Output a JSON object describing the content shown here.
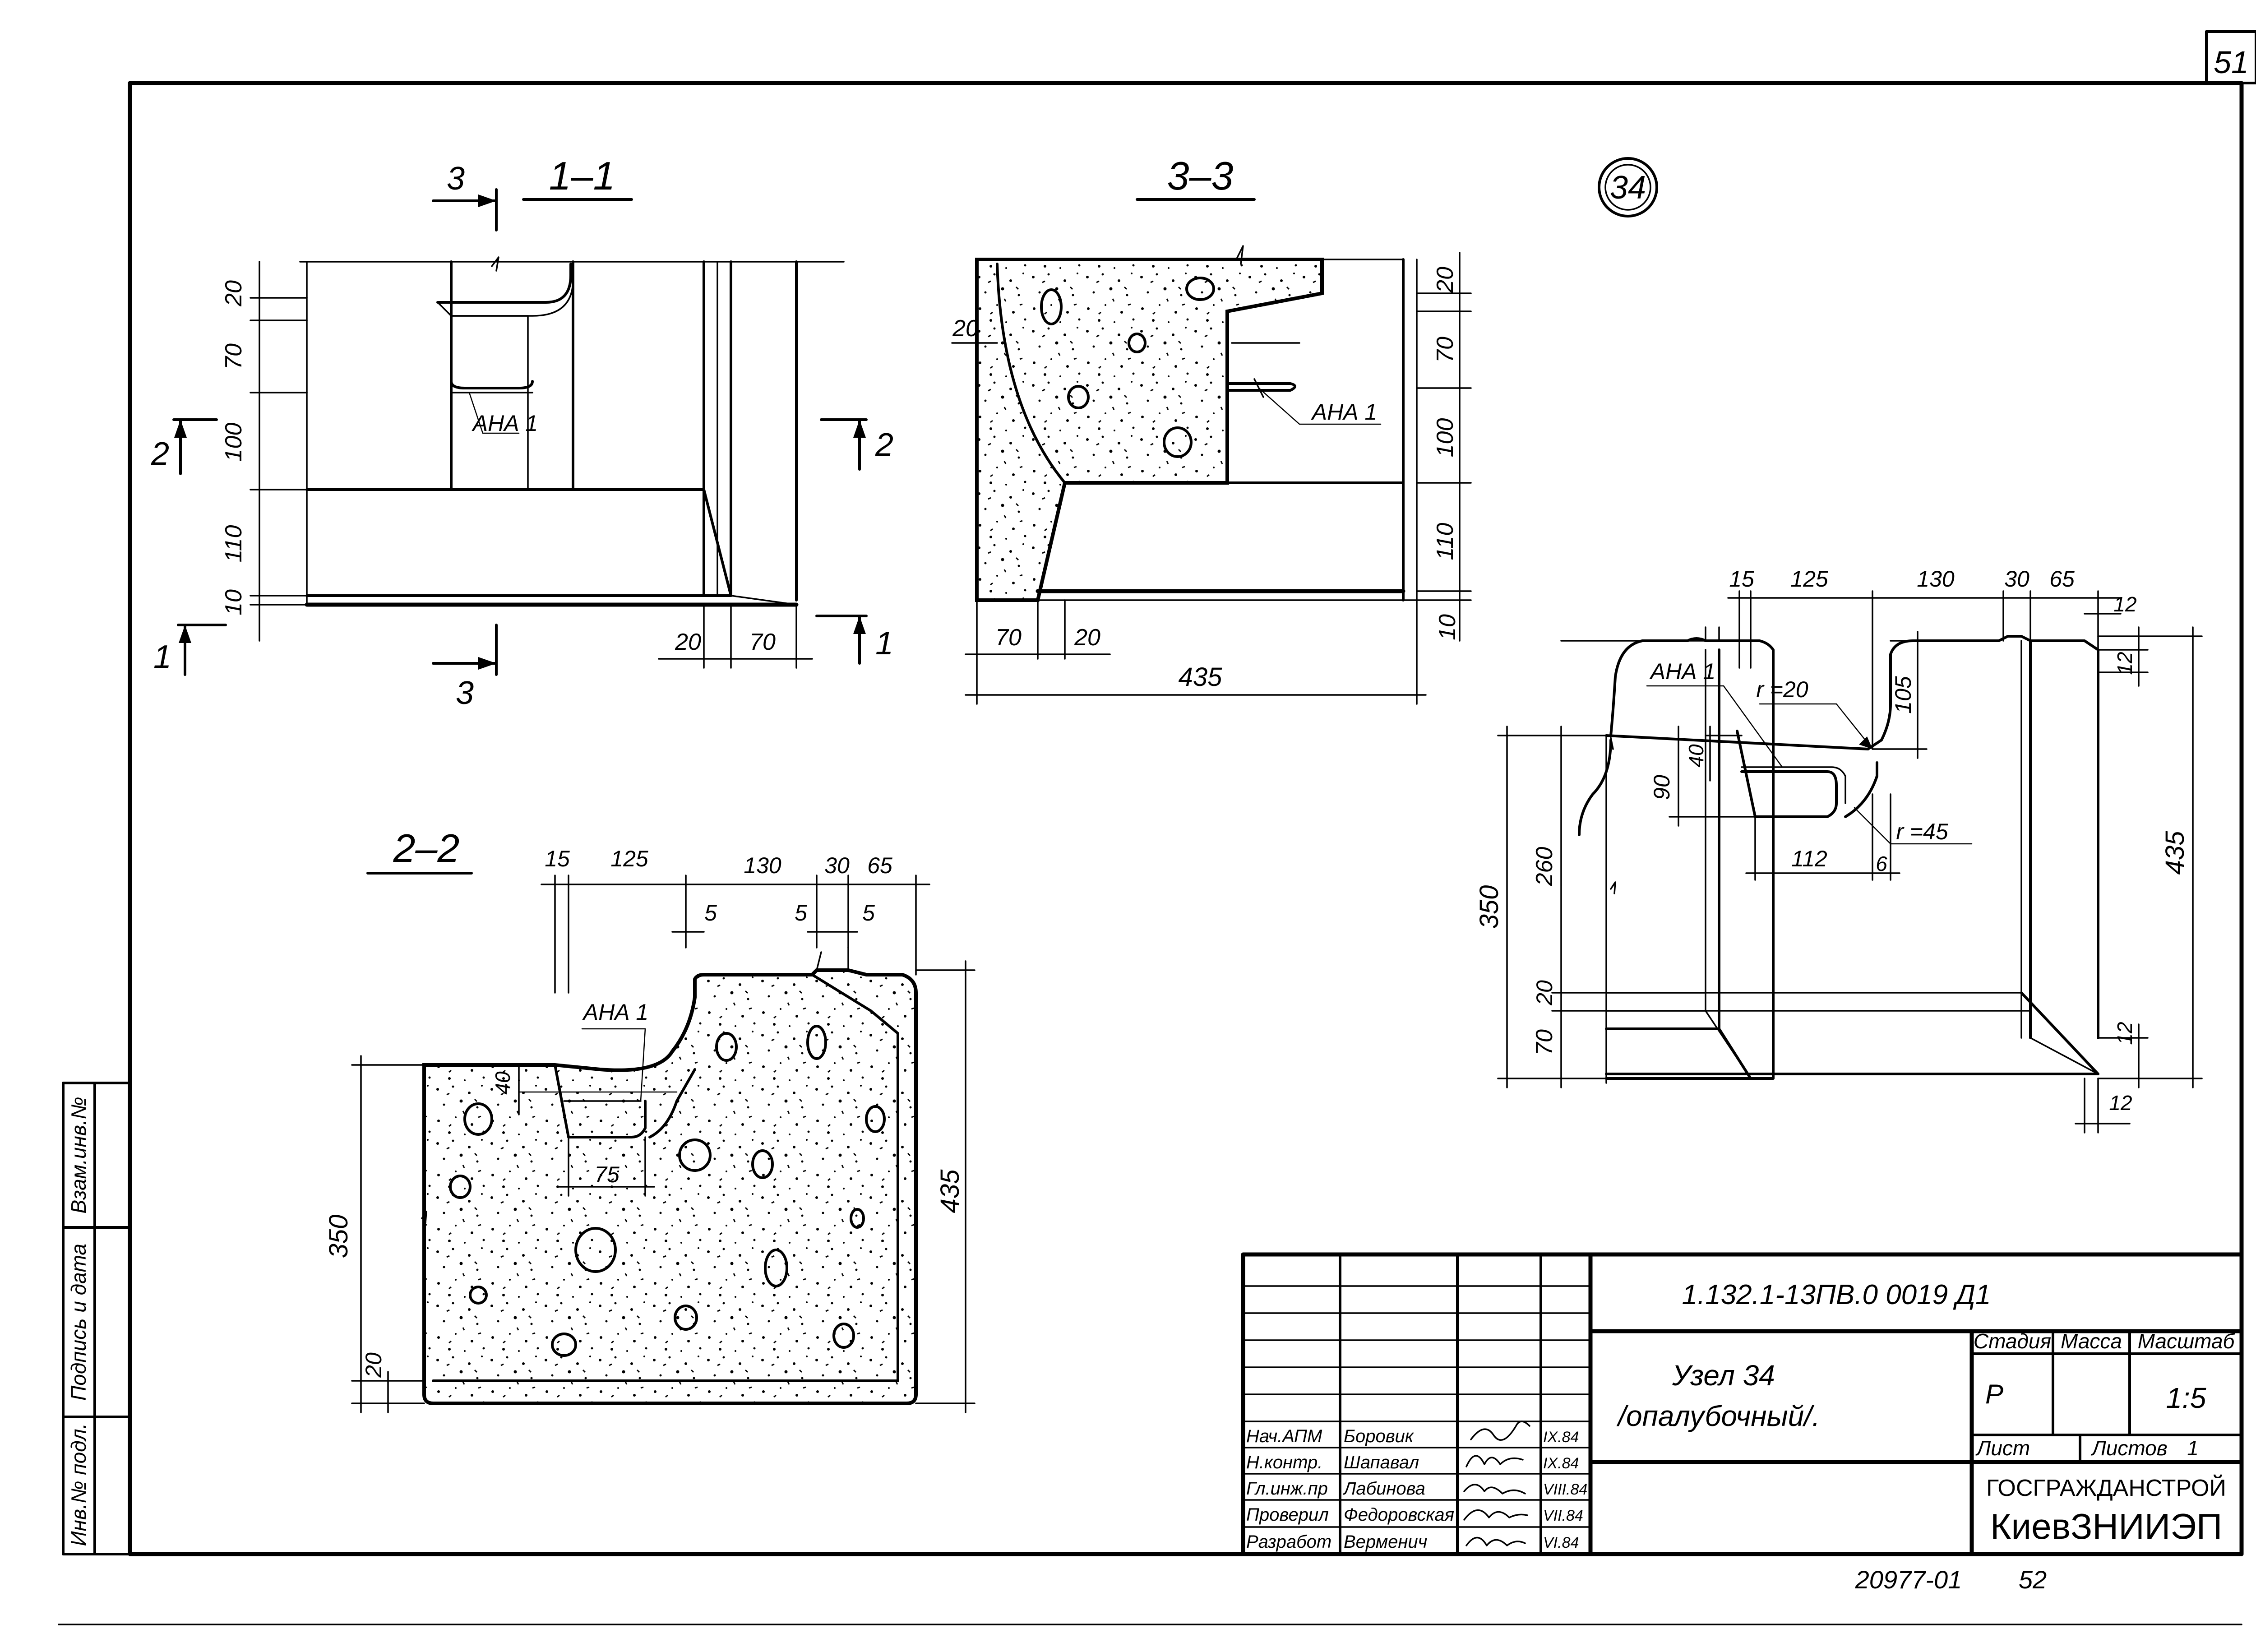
{
  "sheet": {
    "number": "51",
    "node_mark": "34",
    "bottom_ref": "20977-01",
    "bottom_page": "52"
  },
  "sections": {
    "s11": "1–1",
    "s33": "3–3",
    "s22": "2–2",
    "cut3": "3",
    "cut2": "2",
    "cut1": "1"
  },
  "labels": {
    "ana": "АНА 1",
    "r20": "r =20",
    "r45": "r =45"
  },
  "dims": {
    "d5": "5",
    "d6": "6",
    "d10": "10",
    "d12": "12",
    "d15": "15",
    "d20": "20",
    "d30": "30",
    "d40": "40",
    "d65": "65",
    "d70": "70",
    "d75": "75",
    "d90": "90",
    "d100": "100",
    "d105": "105",
    "d110": "110",
    "d112": "112",
    "d125": "125",
    "d130": "130",
    "d260": "260",
    "d350": "350",
    "d435": "435"
  },
  "side_stamp": {
    "c1": "Взам.инв.№",
    "c2": "Подпись и дата",
    "c3": "Инв.№ подл."
  },
  "title_block": {
    "code": "1.132.1-13ПВ.0 0019 Д1",
    "title_line1": "Узел 34",
    "title_line2": "/опалубочный/.",
    "h_stage": "Стадия",
    "h_mass": "Масса",
    "h_scale": "Масштаб",
    "stage": "Р",
    "mass": "",
    "scale": "1:5",
    "sheet_label": "Лист",
    "sheets_label": "Листов",
    "sheets_count": "1",
    "org1": "ГОСГРАЖДАНСТРОЙ",
    "org2": "КиевЗНИИЭП",
    "rows": [
      {
        "role": "Нач.АПМ",
        "name": "Боровик",
        "date": "IX.84"
      },
      {
        "role": "Н.контр.",
        "name": "Шапавал",
        "date": "IX.84"
      },
      {
        "role": "Гл.инж.пр",
        "name": "Лабинова",
        "date": "VIII.84"
      },
      {
        "role": "Проверил",
        "name": "Федоровская",
        "date": "VII.84"
      },
      {
        "role": "Разработ",
        "name": "Верменич",
        "date": "VI.84"
      }
    ]
  }
}
